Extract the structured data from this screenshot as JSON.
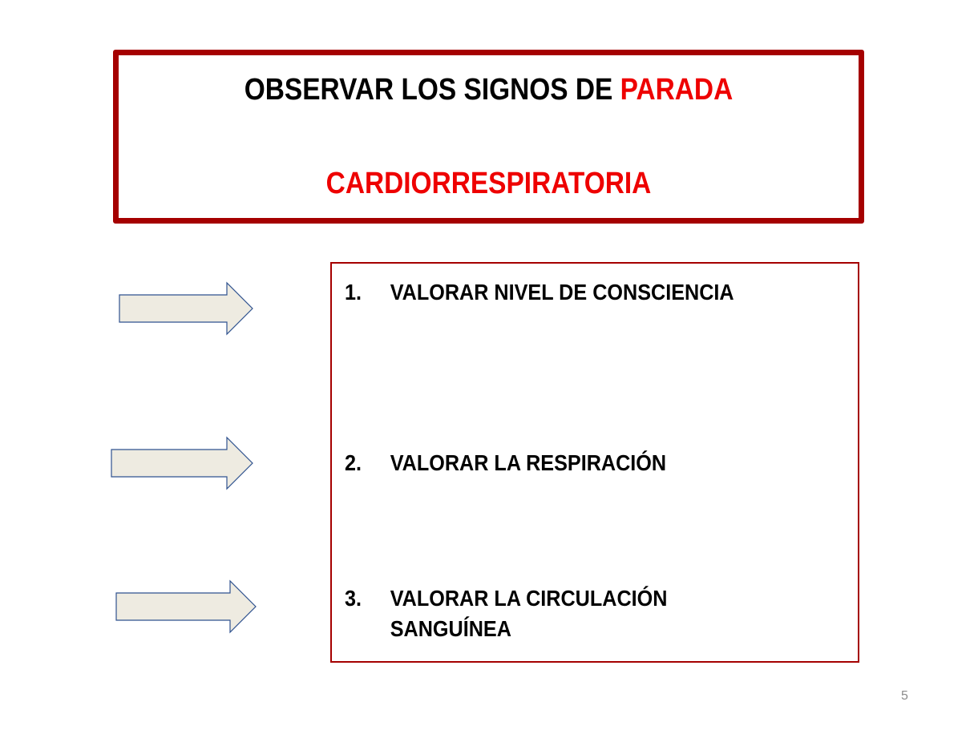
{
  "slide": {
    "title_part1": "OBSERVAR LOS SIGNOS DE ",
    "title_highlight": "PARADA",
    "title_line2": "CARDIORRESPIRATORIA",
    "page_number": "5"
  },
  "steps": [
    {
      "number": "1.",
      "text": "VALORAR NIVEL DE CONSCIENCIA"
    },
    {
      "number": "2.",
      "text": "VALORAR LA RESPIRACIÓN"
    },
    {
      "number": "3.",
      "text": "VALORAR LA CIRCULACIÓN\nSANGUÍNEA"
    }
  ],
  "colors": {
    "frame": "#a50000",
    "highlight": "#ee0000",
    "arrow_fill": "#eeebe1",
    "arrow_stroke": "#2f528f"
  },
  "icons": [
    "right-arrow-icon"
  ]
}
